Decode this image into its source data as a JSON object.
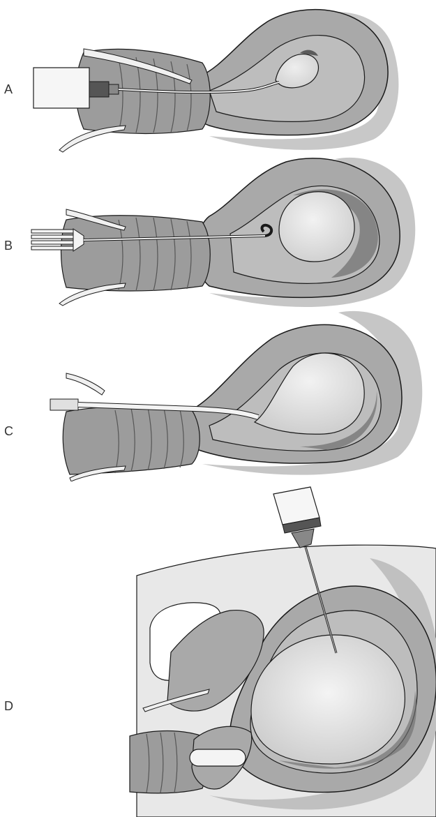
{
  "panels": [
    {
      "label": "A",
      "illustration": "speculum-and-catheter"
    },
    {
      "label": "B",
      "illustration": "brush-sampler"
    },
    {
      "label": "C",
      "illustration": "cannula"
    },
    {
      "label": "D",
      "illustration": "transabdominal-needle"
    }
  ],
  "colors": {
    "background": "#ffffff",
    "outline": "#1a1a1a",
    "shadow": "#c4c4c4",
    "wall": "#a8a8a8",
    "cavity": "#dcdcdc",
    "tissue_dark": "#6e6e6e",
    "instrument": "#f2f2f2"
  }
}
